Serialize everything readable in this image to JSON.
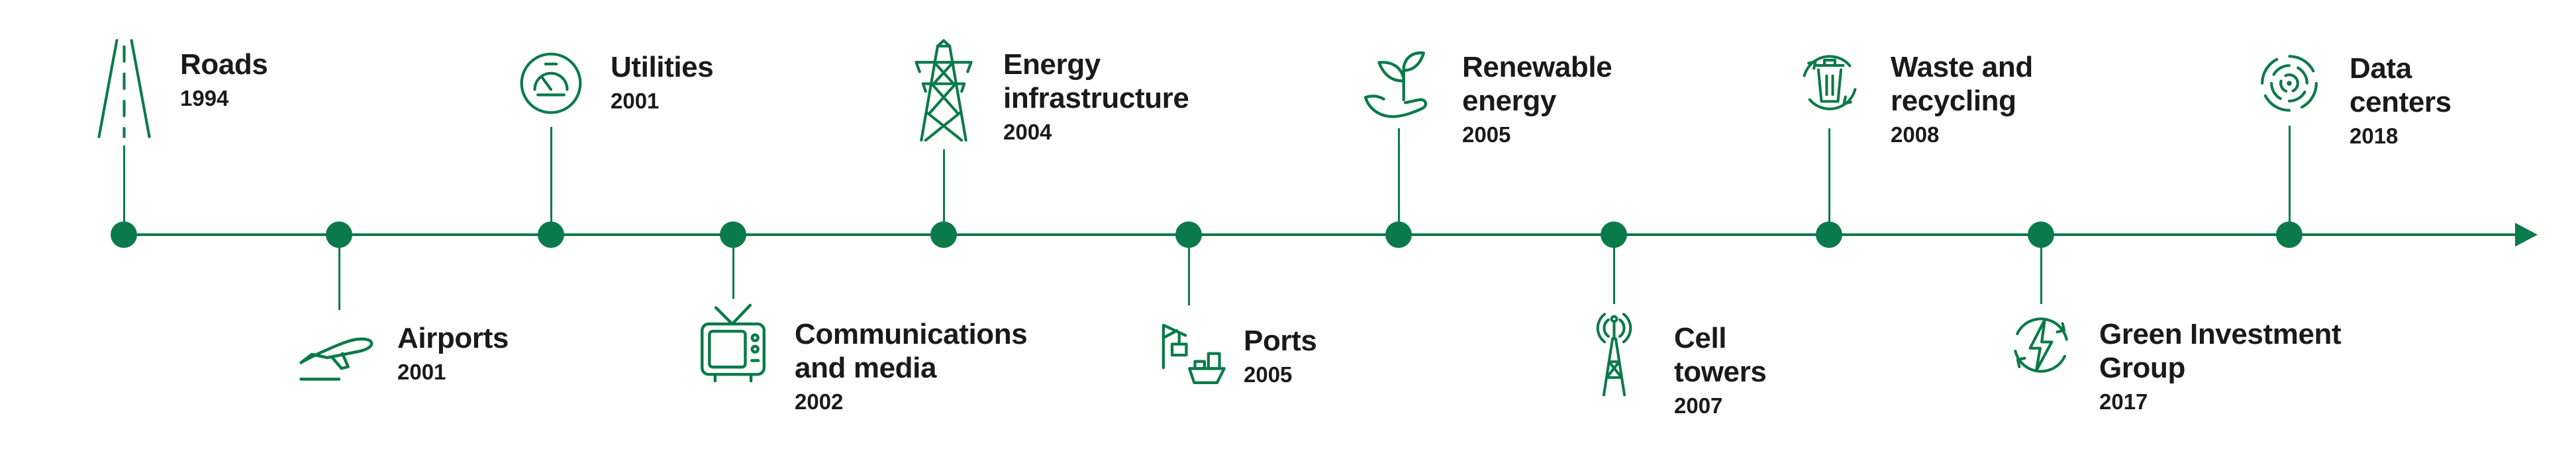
{
  "theme": {
    "accent_green": "#0B7A4A",
    "text_color": "#1A1A1A"
  },
  "items": [
    {
      "icon": "roads-icon",
      "label": "Roads",
      "year": "1994",
      "side": "above"
    },
    {
      "icon": "airplane-icon",
      "label": "Airports",
      "year": "2001",
      "side": "below"
    },
    {
      "icon": "utilities-meter-icon",
      "label": "Utilities",
      "year": "2001",
      "side": "above"
    },
    {
      "icon": "tv-icon",
      "label": "Communications and media",
      "year": "2002",
      "side": "below"
    },
    {
      "icon": "transmission-tower-icon",
      "label": "Energy infrastructure",
      "year": "2004",
      "side": "above"
    },
    {
      "icon": "ship-crane-icon",
      "label": "Ports",
      "year": "2005",
      "side": "below"
    },
    {
      "icon": "hand-sprout-icon",
      "label": "Renewable energy",
      "year": "2005",
      "side": "above"
    },
    {
      "icon": "antenna-tower-icon",
      "label": "Cell towers",
      "year": "2007",
      "side": "below"
    },
    {
      "icon": "recycle-bin-icon",
      "label": "Waste and recycling",
      "year": "2008",
      "side": "above"
    },
    {
      "icon": "eco-bolt-cycle-icon",
      "label": "Green Investment Group",
      "year": "2017",
      "side": "below"
    },
    {
      "icon": "data-rings-icon",
      "label": "Data centers",
      "year": "2018",
      "side": "above"
    }
  ]
}
